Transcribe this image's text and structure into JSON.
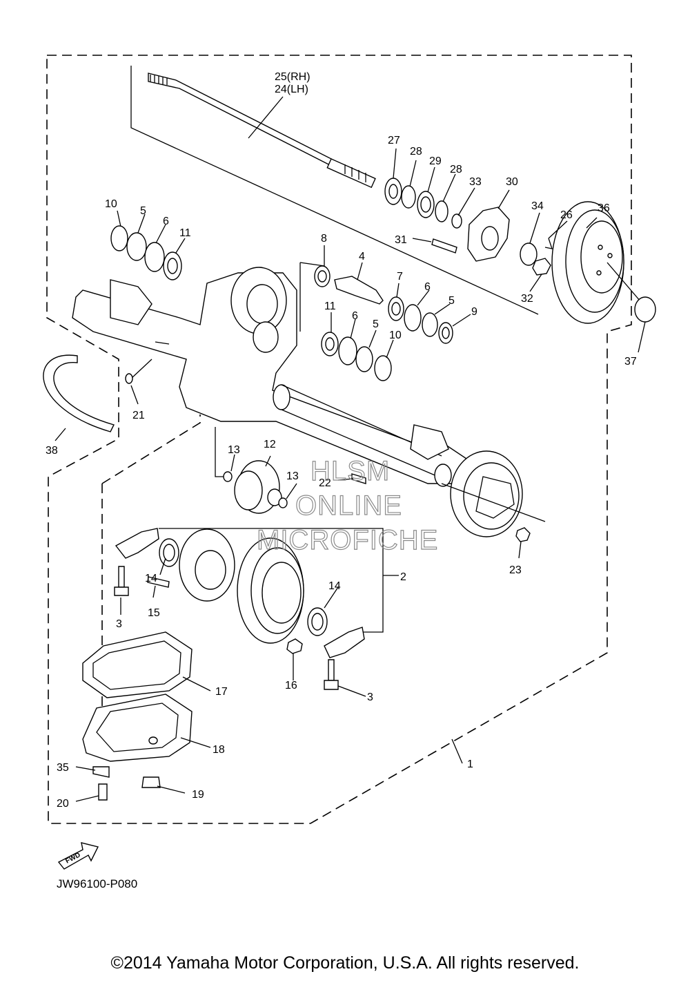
{
  "labels": {
    "p1": "1",
    "p2": "2",
    "p3a": "3",
    "p3b": "3",
    "p4": "4",
    "p5a": "5",
    "p5b": "5",
    "p5c": "5",
    "p6a": "6",
    "p6b": "6",
    "p6c": "6",
    "p7": "7",
    "p8": "8",
    "p9": "9",
    "p10a": "10",
    "p10b": "10",
    "p11a": "11",
    "p11b": "11",
    "p12": "12",
    "p13a": "13",
    "p13b": "13",
    "p14a": "14",
    "p14b": "14",
    "p15": "15",
    "p16": "16",
    "p17": "17",
    "p18": "18",
    "p19": "19",
    "p20": "20",
    "p21": "21",
    "p22": "22",
    "p23": "23",
    "p25": "25(RH)",
    "p24": "24(LH)",
    "p26": "26",
    "p27": "27",
    "p28a": "28",
    "p28b": "28",
    "p29": "29",
    "p30": "30",
    "p31": "31",
    "p32": "32",
    "p33": "33",
    "p34": "34",
    "p35": "35",
    "p36": "36",
    "p37": "37",
    "p38": "38"
  },
  "watermark": {
    "line1": "HLSM",
    "line2": "ONLINE",
    "line3": "MICROFICHE"
  },
  "fwd_label": "FWD",
  "diagram_code": "JW96100-P080",
  "copyright": "©2014 Yamaha Motor Corporation, U.S.A. All rights reserved."
}
